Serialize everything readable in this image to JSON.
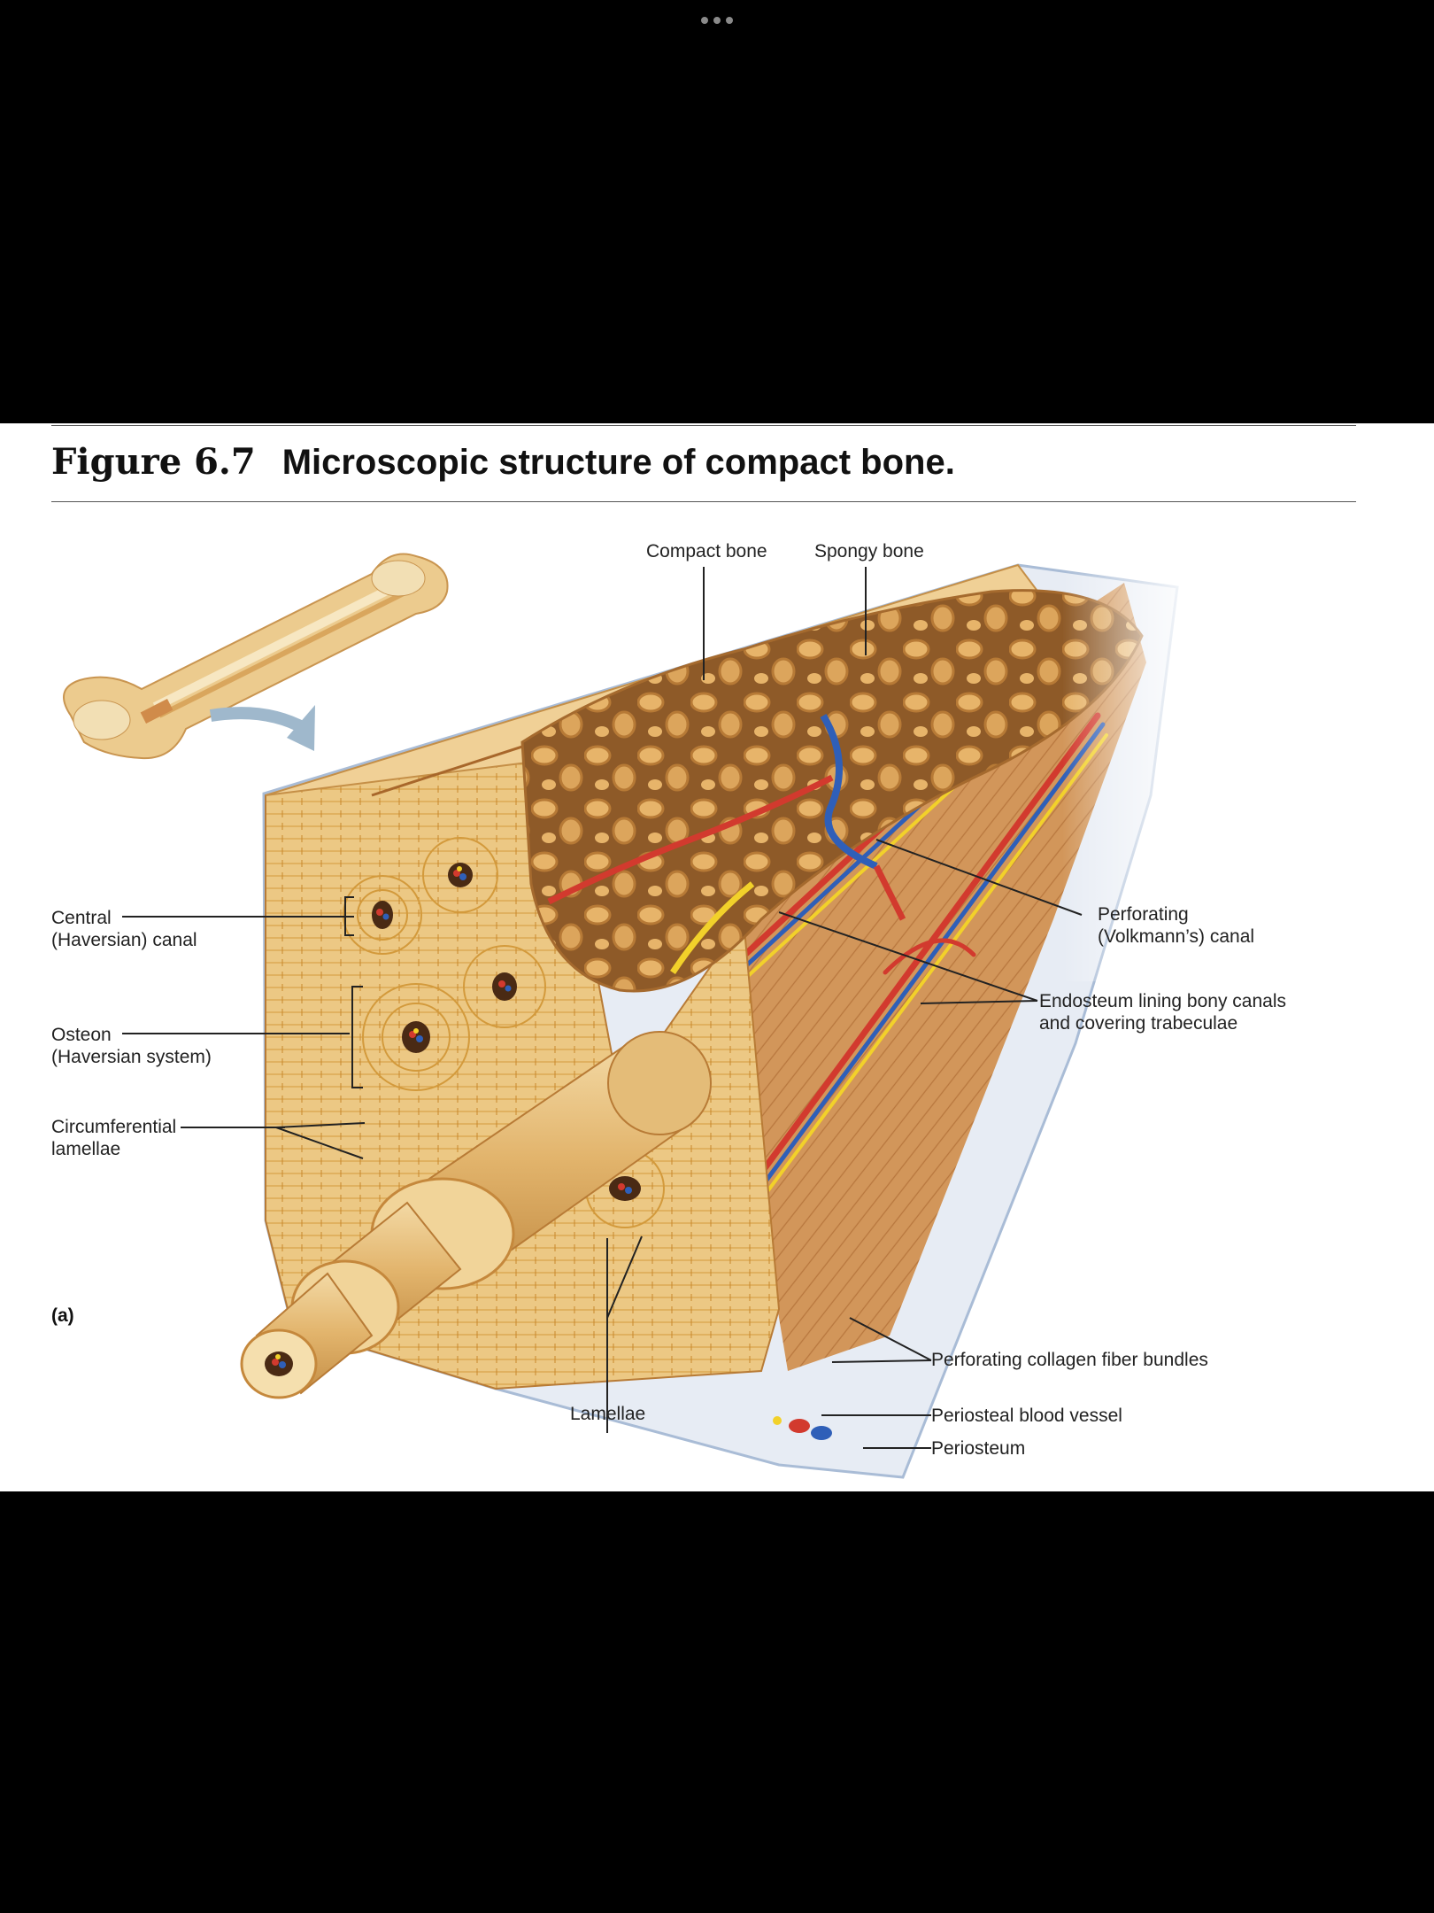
{
  "figure": {
    "number": "Figure 6.7",
    "caption": "Microscopic structure of compact bone."
  },
  "panel_label": "(a)",
  "labels": {
    "compact_bone": "Compact bone",
    "spongy_bone": "Spongy bone",
    "central_canal": [
      "Central",
      "(Haversian) canal"
    ],
    "osteon": [
      "Osteon",
      "(Haversian system)"
    ],
    "circumferential_lamellae": [
      "Circumferential",
      "lamellae"
    ],
    "perforating_canal": [
      "Perforating",
      "(Volkmann’s) canal"
    ],
    "endosteum": [
      "Endosteum lining bony canals",
      "and covering trabeculae"
    ],
    "perforating_collagen": "Perforating collagen fiber bundles",
    "periosteal_vessel": "Periosteal blood vessel",
    "periosteum": "Periosteum",
    "lamellae": "Lamellae"
  },
  "colors": {
    "bone": "#e9c37f",
    "bone_dark": "#c9924a",
    "artery": "#d23a2e",
    "vein": "#2f5fb8",
    "nerve": "#f2d12a",
    "periosteum": "#dfe6f2"
  }
}
